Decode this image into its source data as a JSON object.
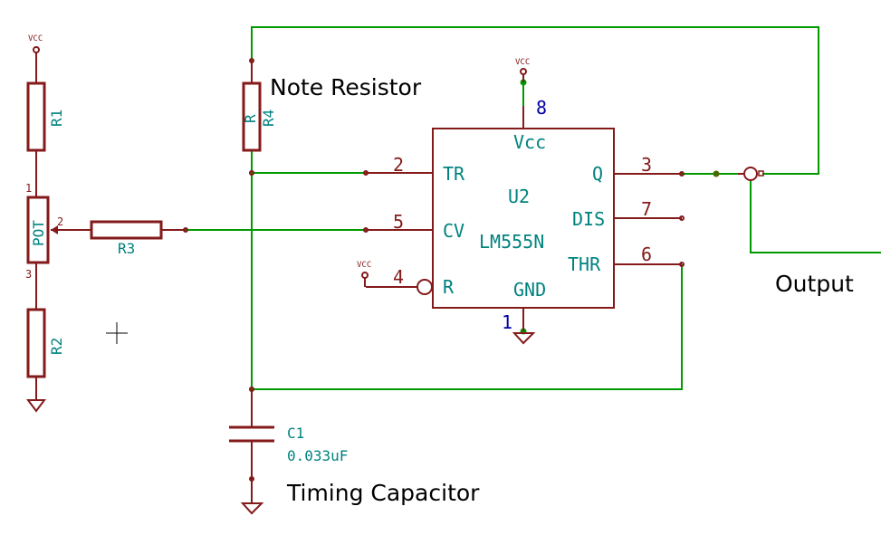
{
  "notes": {
    "note_resistor": "Note  Resistor",
    "output": "Output",
    "timing_capacitor": "Timing  Capacitor"
  },
  "power": {
    "vcc": "VCC"
  },
  "components": {
    "r1": "R1",
    "r2": "R2",
    "r3": "R3",
    "r4_ref": "R4",
    "r4_value": "R",
    "pot": "POT",
    "c1": "C1",
    "c1_value": "0.033uF",
    "u2": "U2",
    "u2_value": "LM555N"
  },
  "ic_pins": {
    "vcc": "Vcc",
    "tr": "TR",
    "cv": "CV",
    "r": "R",
    "gnd": "GND",
    "q": "Q",
    "dis": "DIS",
    "thr": "THR"
  },
  "pin_numbers": {
    "p1": "1",
    "p2": "2",
    "p3": "3",
    "p4": "4",
    "p5": "5",
    "p6": "6",
    "p7": "7",
    "p8": "8",
    "pot_1": "1",
    "pot_2": "2",
    "pot_3": "3"
  },
  "colors": {
    "wire": "#009a00",
    "component": "#841a1a",
    "ref_text": "#00827f",
    "power_pin_number": "#0000a8",
    "note_text": "#000000"
  }
}
